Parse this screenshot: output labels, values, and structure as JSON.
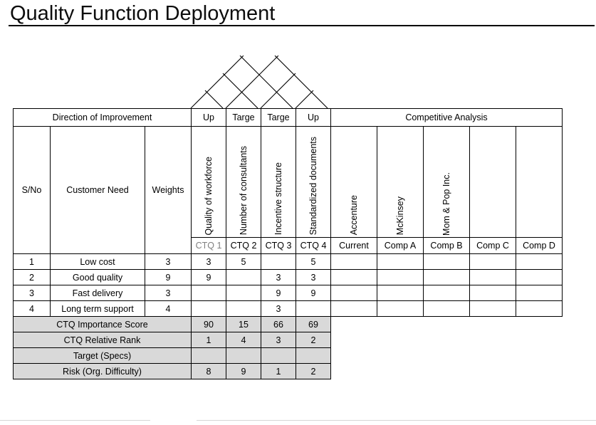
{
  "title": "Quality Function Deployment",
  "roof": {
    "name": "correlation-roof",
    "columns": 4,
    "cells": 6
  },
  "matrix": {
    "direction_row": {
      "label": "Direction of Improvement",
      "values": [
        "Up",
        "Targe",
        "Targe",
        "Up"
      ],
      "competitive_label": "Competitive Analysis"
    },
    "ctq_headers": [
      "Quality of workforce",
      "Number of consultants",
      "Incentive structure",
      "Standardized documents"
    ],
    "competitor_headers": [
      "Accenture",
      "McKinsey",
      "Mom & Pop Inc.",
      "",
      ""
    ],
    "column_headers": {
      "sno": "S/No",
      "need": "Customer Need",
      "weights": "Weights"
    },
    "ctq_tags": [
      "CTQ 1",
      "CTQ 2",
      "CTQ 3",
      "CTQ 4"
    ],
    "ctq_tag_active_index": 0,
    "competitor_tags": [
      "Current",
      "Comp A",
      "Comp B",
      "Comp C",
      "Comp D"
    ],
    "rows": [
      {
        "sno": "1",
        "need": "Low cost",
        "weight": "3",
        "ctq": [
          "3",
          "5",
          "",
          "5"
        ]
      },
      {
        "sno": "2",
        "need": "Good quality",
        "weight": "9",
        "ctq": [
          "9",
          "",
          "3",
          "3"
        ]
      },
      {
        "sno": "3",
        "need": "Fast delivery",
        "weight": "3",
        "ctq": [
          "",
          "",
          "9",
          "9"
        ]
      },
      {
        "sno": "4",
        "need": "Long term support",
        "weight": "4",
        "ctq": [
          "",
          "",
          "3",
          ""
        ]
      }
    ],
    "summary": [
      {
        "label": "CTQ Importance Score",
        "bold": true,
        "values": [
          "90",
          "15",
          "66",
          "69"
        ]
      },
      {
        "label": "CTQ Relative Rank",
        "bold": false,
        "values": [
          "1",
          "4",
          "3",
          "2"
        ]
      },
      {
        "label": "Target (Specs)",
        "bold": false,
        "values": [
          "",
          "",
          "",
          ""
        ]
      },
      {
        "label": "Risk (Org. Difficulty)",
        "bold": false,
        "values": [
          "8",
          "9",
          "1",
          "2"
        ]
      }
    ]
  },
  "colors": {
    "summary_fill": "#d9d9d9",
    "active_cell_fill": "#efefef",
    "border": "#000000"
  }
}
